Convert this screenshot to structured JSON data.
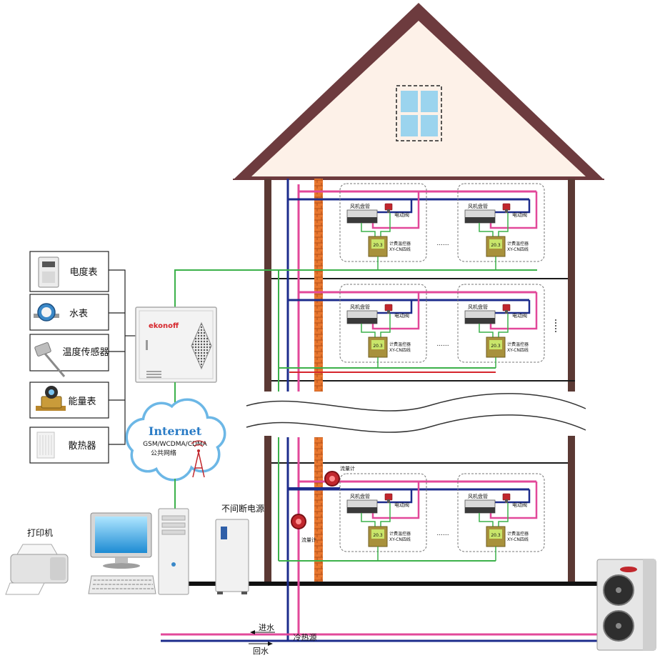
{
  "devices": [
    {
      "label": "电度表",
      "icon": "electric-meter-icon"
    },
    {
      "label": "水表",
      "icon": "water-meter-icon"
    },
    {
      "label": "温度传感器",
      "icon": "temperature-sensor-icon"
    },
    {
      "label": "能量表",
      "icon": "energy-meter-icon"
    },
    {
      "label": "散热器",
      "icon": "radiator-icon"
    }
  ],
  "gateway": {
    "brand": "ekonoff"
  },
  "network": {
    "title": "Internet",
    "protocols": "GSM/WCDMA/CDMA",
    "caption": "公共网络"
  },
  "printer": {
    "label": "打印机"
  },
  "ups": {
    "label": "不间断电源"
  },
  "pipes": {
    "supply_label": "进水",
    "return_label": "回水",
    "source_label": "冷热源"
  },
  "room_unit": {
    "fan_coil_label": "风机盘管",
    "valve_label": "电动阀",
    "thermostat_label": "计费温控器",
    "thermostat_model": "XY-CN四线",
    "display_value": "20.3"
  },
  "ellipsis": "......",
  "flow_meter_label": "流量计",
  "colors": {
    "supply_pipe": "#e2489a",
    "return_pipe": "#1c2c8c",
    "signal_wire": "#3cb14a",
    "roof": "#6d3b3e",
    "brick": "#e8772f"
  }
}
